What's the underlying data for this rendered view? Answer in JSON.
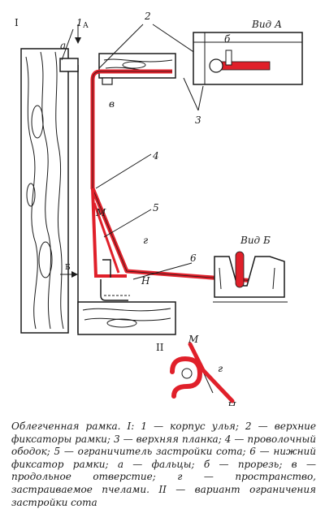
{
  "figure": {
    "part_numerals": {
      "part_one": "I",
      "part_two": "II"
    },
    "numbers": {
      "n1": "1",
      "n2": "2",
      "n3": "3",
      "n4": "4",
      "n5": "5",
      "n6": "6"
    },
    "letters": {
      "a": "а",
      "b": "б",
      "v": "в",
      "g": "г",
      "g_detail": "г",
      "b_marker": "Б",
      "arrow_a": "А"
    },
    "points": {
      "m": "М",
      "n": "Н",
      "m_detail": "М",
      "n_detail": "Н"
    },
    "view_a_label": "Вид А",
    "view_b_label": "Вид Б",
    "colors": {
      "wire": "#e0202a",
      "ink": "#1a1a1a",
      "paper": "#ffffff"
    }
  },
  "caption": "Облегченная рамка. I: 1 — корпус улья; 2 — верхние фиксаторы рамки; 3 — верхняя планка; 4 — проволочный ободок; 5 — ограничитель застройки сота; 6 — нижний фиксатор рамки; а — фальцы; б — прорезь; в — продольное отверстие; г — пространство, застраиваемое пчелами. II — вариант ограничения застройки сота"
}
